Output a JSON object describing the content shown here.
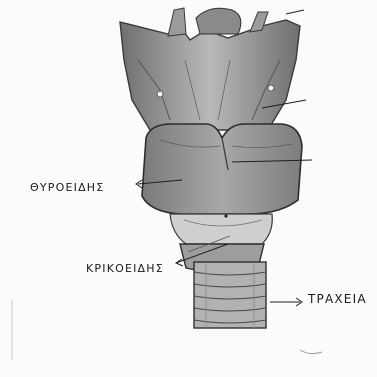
{
  "figure": {
    "labels": {
      "thyroid": "ΘΥΡΟΕΙΔΗΣ",
      "cricoid": "ΚΡΙΚΟΕΙΔΗΣ",
      "trachea": "ΤΡΑΧΕΙΑ"
    }
  }
}
